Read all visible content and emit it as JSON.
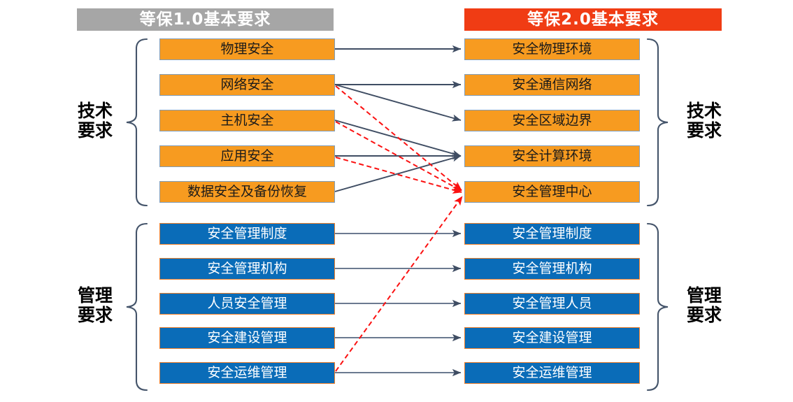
{
  "headers": {
    "left": {
      "label": "等保1.0基本要求",
      "color": "#a6a6a6"
    },
    "right": {
      "label": "等保2.0基本要求",
      "color": "#f03c14"
    }
  },
  "side_labels": {
    "left_tech": "技术\n要求",
    "left_mgmt": "管理\n要求",
    "right_tech": "技术\n要求",
    "right_mgmt": "管理\n要求"
  },
  "palette": {
    "tech_fill": "#f79b20",
    "tech_border": "#7f9dbb",
    "mgmt_fill": "#0a6cb8",
    "mgmt_border": "#f07f2a",
    "solid_arrow": "#3f4d63",
    "dashed_arrow": "#fb1111",
    "brace": "#44546a"
  },
  "left_column": {
    "tech": [
      {
        "id": "l-t1",
        "label": "物理安全"
      },
      {
        "id": "l-t2",
        "label": "网络安全"
      },
      {
        "id": "l-t3",
        "label": "主机安全"
      },
      {
        "id": "l-t4",
        "label": "应用安全"
      },
      {
        "id": "l-t5",
        "label": "数据安全及备份恢复"
      }
    ],
    "mgmt": [
      {
        "id": "l-m1",
        "label": "安全管理制度"
      },
      {
        "id": "l-m2",
        "label": "安全管理机构"
      },
      {
        "id": "l-m3",
        "label": "人员安全管理"
      },
      {
        "id": "l-m4",
        "label": "安全建设管理"
      },
      {
        "id": "l-m5",
        "label": "安全运维管理"
      }
    ]
  },
  "right_column": {
    "tech": [
      {
        "id": "r-t1",
        "label": "安全物理环境"
      },
      {
        "id": "r-t2",
        "label": "安全通信网络"
      },
      {
        "id": "r-t3",
        "label": "安全区域边界"
      },
      {
        "id": "r-t4",
        "label": "安全计算环境"
      },
      {
        "id": "r-t5",
        "label": "安全管理中心"
      }
    ],
    "mgmt": [
      {
        "id": "r-m1",
        "label": "安全管理制度"
      },
      {
        "id": "r-m2",
        "label": "安全管理机构"
      },
      {
        "id": "r-m3",
        "label": "安全管理人员"
      },
      {
        "id": "r-m4",
        "label": "安全建设管理"
      },
      {
        "id": "r-m5",
        "label": "安全运维管理"
      }
    ]
  },
  "connections": {
    "solid": [
      {
        "from": "l-t1",
        "to": "r-t1"
      },
      {
        "from": "l-t2",
        "to": "r-t2"
      },
      {
        "from": "l-t2",
        "to": "r-t3"
      },
      {
        "from": "l-t3",
        "to": "r-t4"
      },
      {
        "from": "l-t4",
        "to": "r-t4"
      },
      {
        "from": "l-t5",
        "to": "r-t4"
      },
      {
        "from": "l-m1",
        "to": "r-m1"
      },
      {
        "from": "l-m2",
        "to": "r-m2"
      },
      {
        "from": "l-m3",
        "to": "r-m3"
      },
      {
        "from": "l-m4",
        "to": "r-m4"
      },
      {
        "from": "l-m5",
        "to": "r-m5"
      }
    ],
    "dashed": [
      {
        "from": "l-t2",
        "to": "r-t5"
      },
      {
        "from": "l-t3",
        "to": "r-t5"
      },
      {
        "from": "l-t4",
        "to": "r-t5"
      },
      {
        "from": "l-m5",
        "to": "r-t5"
      }
    ]
  }
}
